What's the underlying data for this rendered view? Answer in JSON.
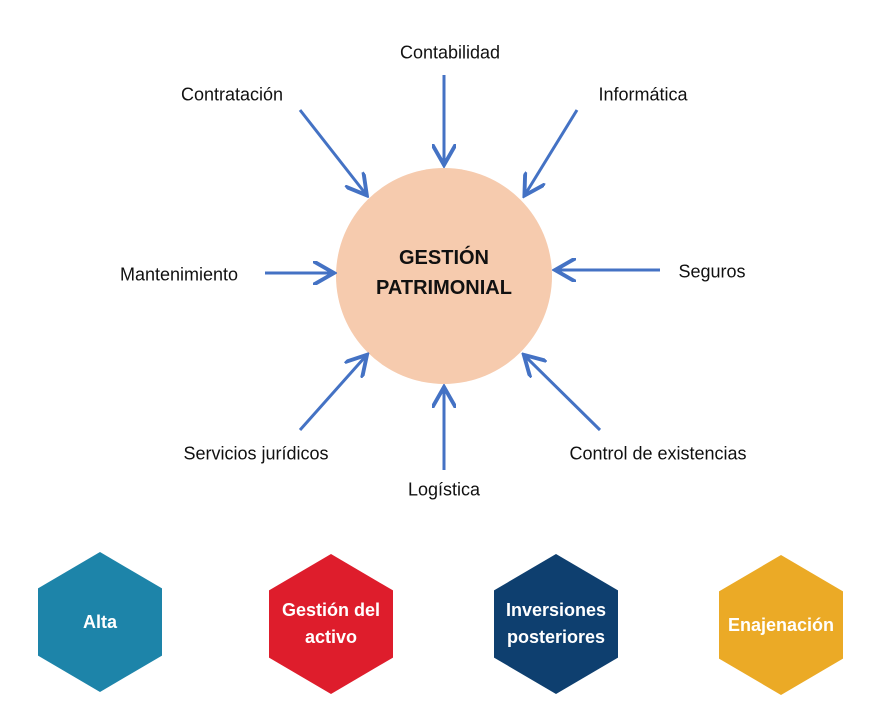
{
  "center": {
    "line1": "GESTIÓN",
    "line2": "PATRIMONIAL",
    "color": "#F6CBAE"
  },
  "arrow_color": "#4472C4",
  "areas": {
    "contabilidad": "Contabilidad",
    "contratacion": "Contratación",
    "informatica": "Informática",
    "mantenimiento": "Mantenimiento",
    "seguros": "Seguros",
    "servicios": "Servicios jurídicos",
    "logistica": "Logística",
    "control": "Control de existencias"
  },
  "phases": [
    {
      "line1": "Alta",
      "line2": "",
      "color": "#1D84A9"
    },
    {
      "line1": "Gestión del",
      "line2": "activo",
      "color": "#DE1D2C"
    },
    {
      "line1": "Inversiones",
      "line2": "posteriores",
      "color": "#0E3F6F"
    },
    {
      "line1": "Enajenación",
      "line2": "",
      "color": "#EBAA26"
    }
  ]
}
